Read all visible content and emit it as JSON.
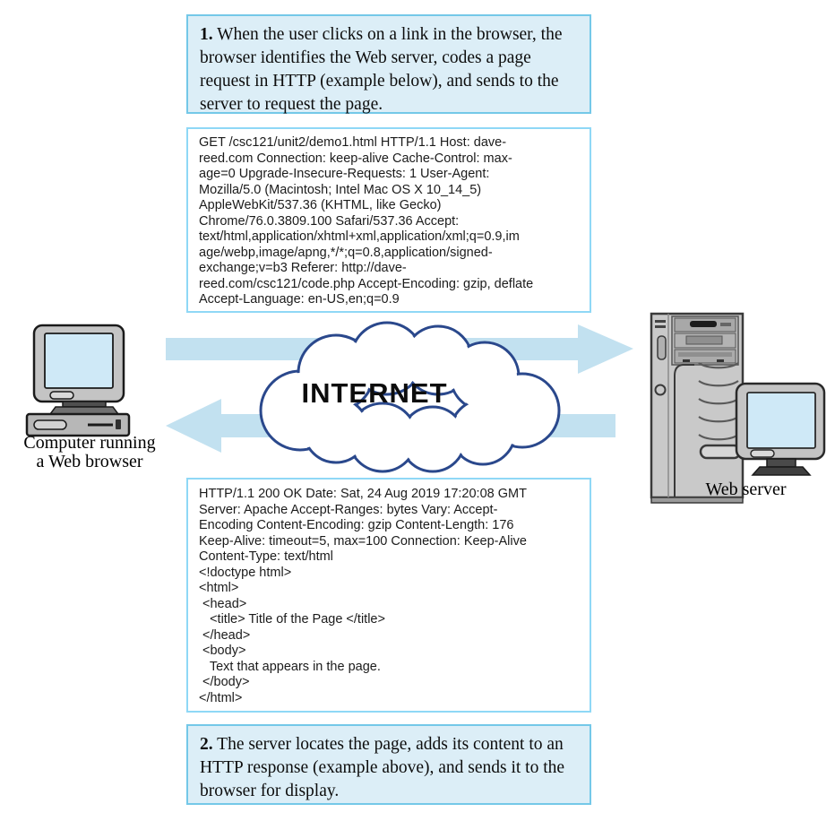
{
  "step1_box": {
    "number": "1.",
    "text": "When the user clicks on a link in the browser, the browser identifies the Web server, codes a page request in HTTP (example below), and sends to the server to request the page."
  },
  "http_request_box": {
    "lines": [
      "GET /csc121/unit2/demo1.html HTTP/1.1 Host: dave-",
      "reed.com Connection: keep-alive Cache-Control: max-",
      "age=0 Upgrade-Insecure-Requests: 1 User-Agent:",
      "Mozilla/5.0 (Macintosh; Intel Mac OS X 10_14_5)",
      "AppleWebKit/537.36 (KHTML, like Gecko)",
      "Chrome/76.0.3809.100 Safari/537.36 Accept:",
      "text/html,application/xhtml+xml,application/xml;q=0.9,im",
      "age/webp,image/apng,*/*;q=0.8,application/signed-",
      "exchange;v=b3 Referer: http://dave-",
      "reed.com/csc121/code.php Accept-Encoding: gzip, deflate",
      "Accept-Language: en-US,en;q=0.9"
    ]
  },
  "http_response_box": {
    "lines": [
      "HTTP/1.1 200 OK Date: Sat, 24 Aug 2019 17:20:08 GMT",
      "Server: Apache Accept-Ranges: bytes Vary: Accept-",
      "Encoding Content-Encoding: gzip Content-Length: 176",
      "Keep-Alive: timeout=5, max=100 Connection: Keep-Alive",
      "Content-Type: text/html",
      "<!doctype html>",
      "<html>",
      " <head>",
      "   <title> Title of the Page </title>",
      " </head>",
      " <body>",
      "   Text that appears in the page.",
      " </body>",
      "</html>"
    ]
  },
  "step2_box": {
    "number": "2.",
    "text": "The server locates the page, adds its content to an HTTP response (example above), and sends it to the browser for display."
  },
  "diagram": {
    "internet_label": "INTERNET",
    "client_label_line1": "Computer running",
    "client_label_line2": "a Web browser",
    "server_label": "Web server"
  },
  "colors": {
    "note_background": "#dceef7",
    "note_border": "#74c8e8",
    "code_border": "#8fd8f6",
    "arrow": "#c2e1f0",
    "cloud_outline": "#2a488c",
    "screen": "#cfe9f7"
  }
}
